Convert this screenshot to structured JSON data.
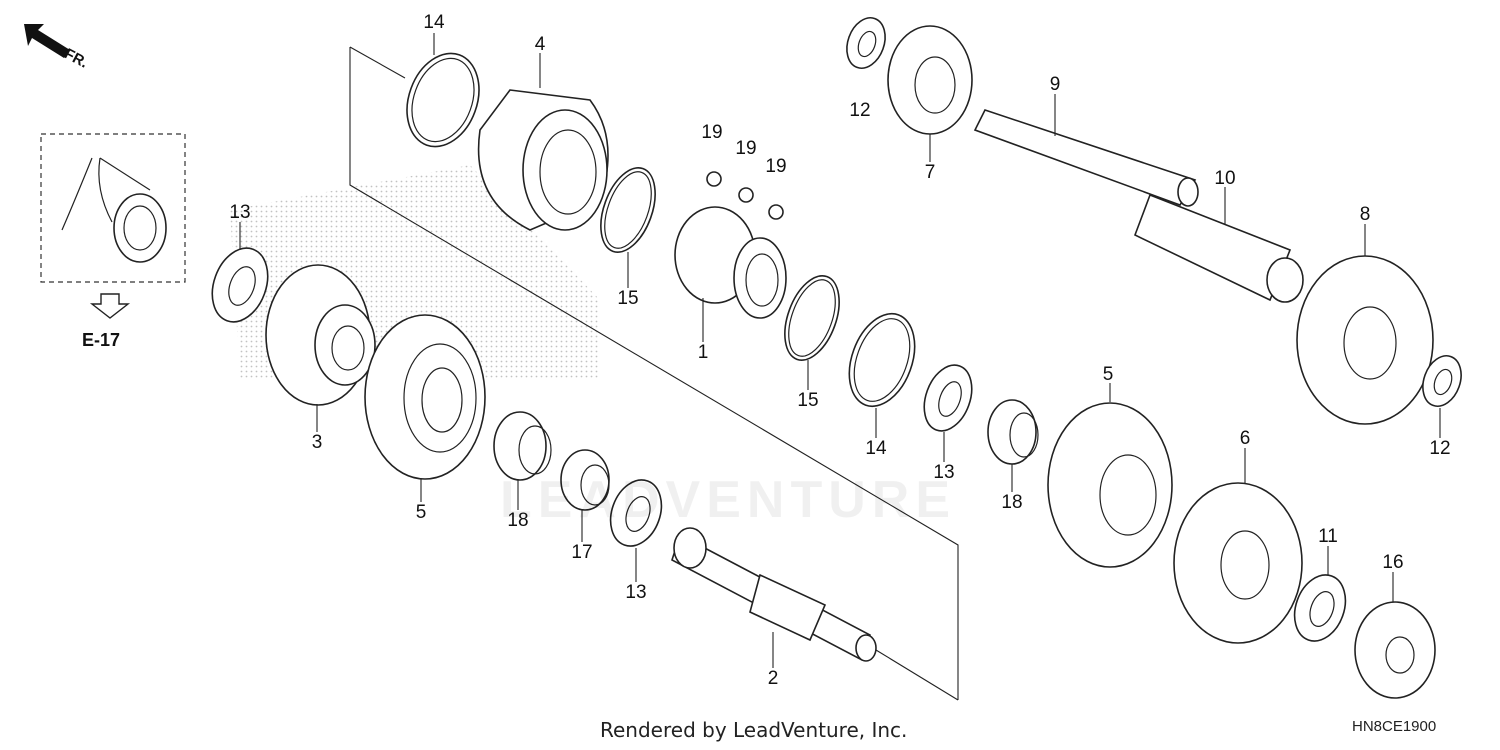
{
  "diagram": {
    "orientation_label": "FR.",
    "reference_label": "E-17",
    "watermark": "LEADVENTURE",
    "footer": "Rendered by LeadVenture, Inc.",
    "diagram_code": "HN8CE1900",
    "callouts": {
      "c1": "1",
      "c2": "2",
      "c3": "3",
      "c4": "4",
      "c5a": "5",
      "c5b": "5",
      "c6": "6",
      "c7": "7",
      "c8": "8",
      "c9": "9",
      "c10": "10",
      "c11": "11",
      "c12a": "12",
      "c12b": "12",
      "c13a": "13",
      "c13b": "13",
      "c13c": "13",
      "c14a": "14",
      "c14b": "14",
      "c15a": "15",
      "c15b": "15",
      "c16": "16",
      "c17": "17",
      "c18a": "18",
      "c18b": "18",
      "c19a": "19",
      "c19b": "19",
      "c19c": "19"
    },
    "colors": {
      "line": "#222222",
      "background": "#ffffff",
      "dots": "#9a9a9a"
    }
  }
}
